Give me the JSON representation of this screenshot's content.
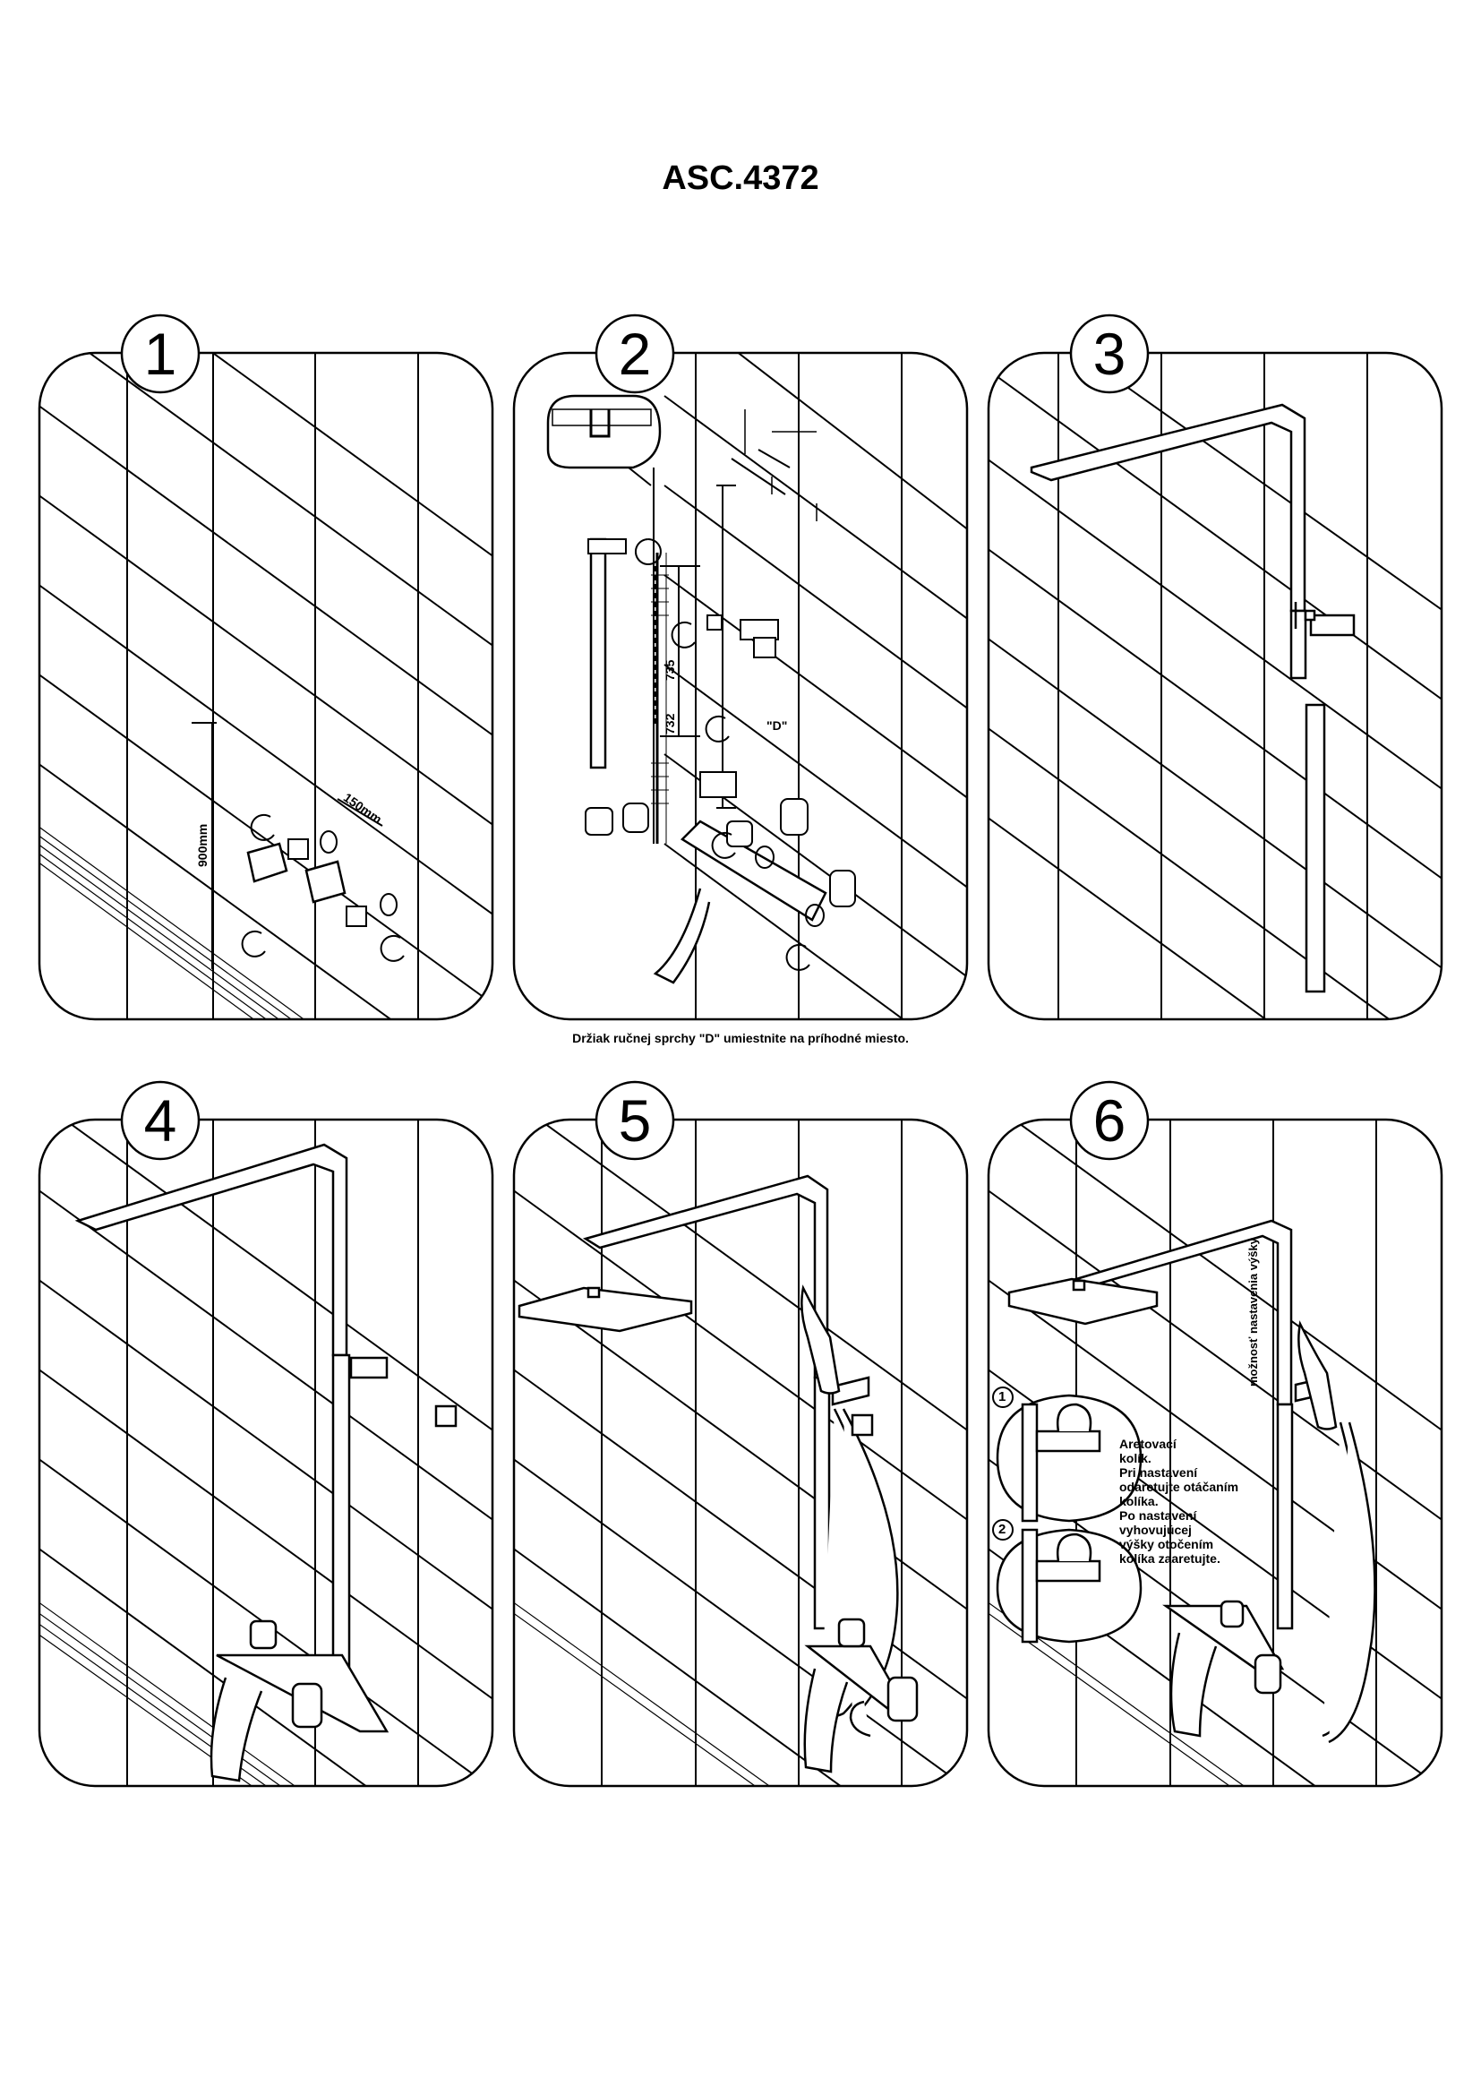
{
  "title": "ASC.4372",
  "caption": "Držiak ručnej sprchy \"D\" umiestnite na príhodné miesto.",
  "panels": [
    {
      "number": "1",
      "labels": {
        "height": "900mm",
        "spacing": "150mm"
      }
    },
    {
      "number": "2",
      "labels": {
        "min": "732",
        "max": "735",
        "part": "\"D\""
      }
    },
    {
      "number": "3"
    },
    {
      "number": "4"
    },
    {
      "number": "5"
    },
    {
      "number": "6",
      "vertical_label": "možnosť nastavenia výšky",
      "callouts": [
        "1",
        "2"
      ],
      "note_lines": [
        "Aretovací",
        "kolík.",
        "Pri nastavení",
        "odaretujte otáčaním",
        "kolíka.",
        "Po nastavení",
        "vyhovujúcej",
        "výšky otočením",
        "kolíka zaaretujte."
      ]
    }
  ]
}
